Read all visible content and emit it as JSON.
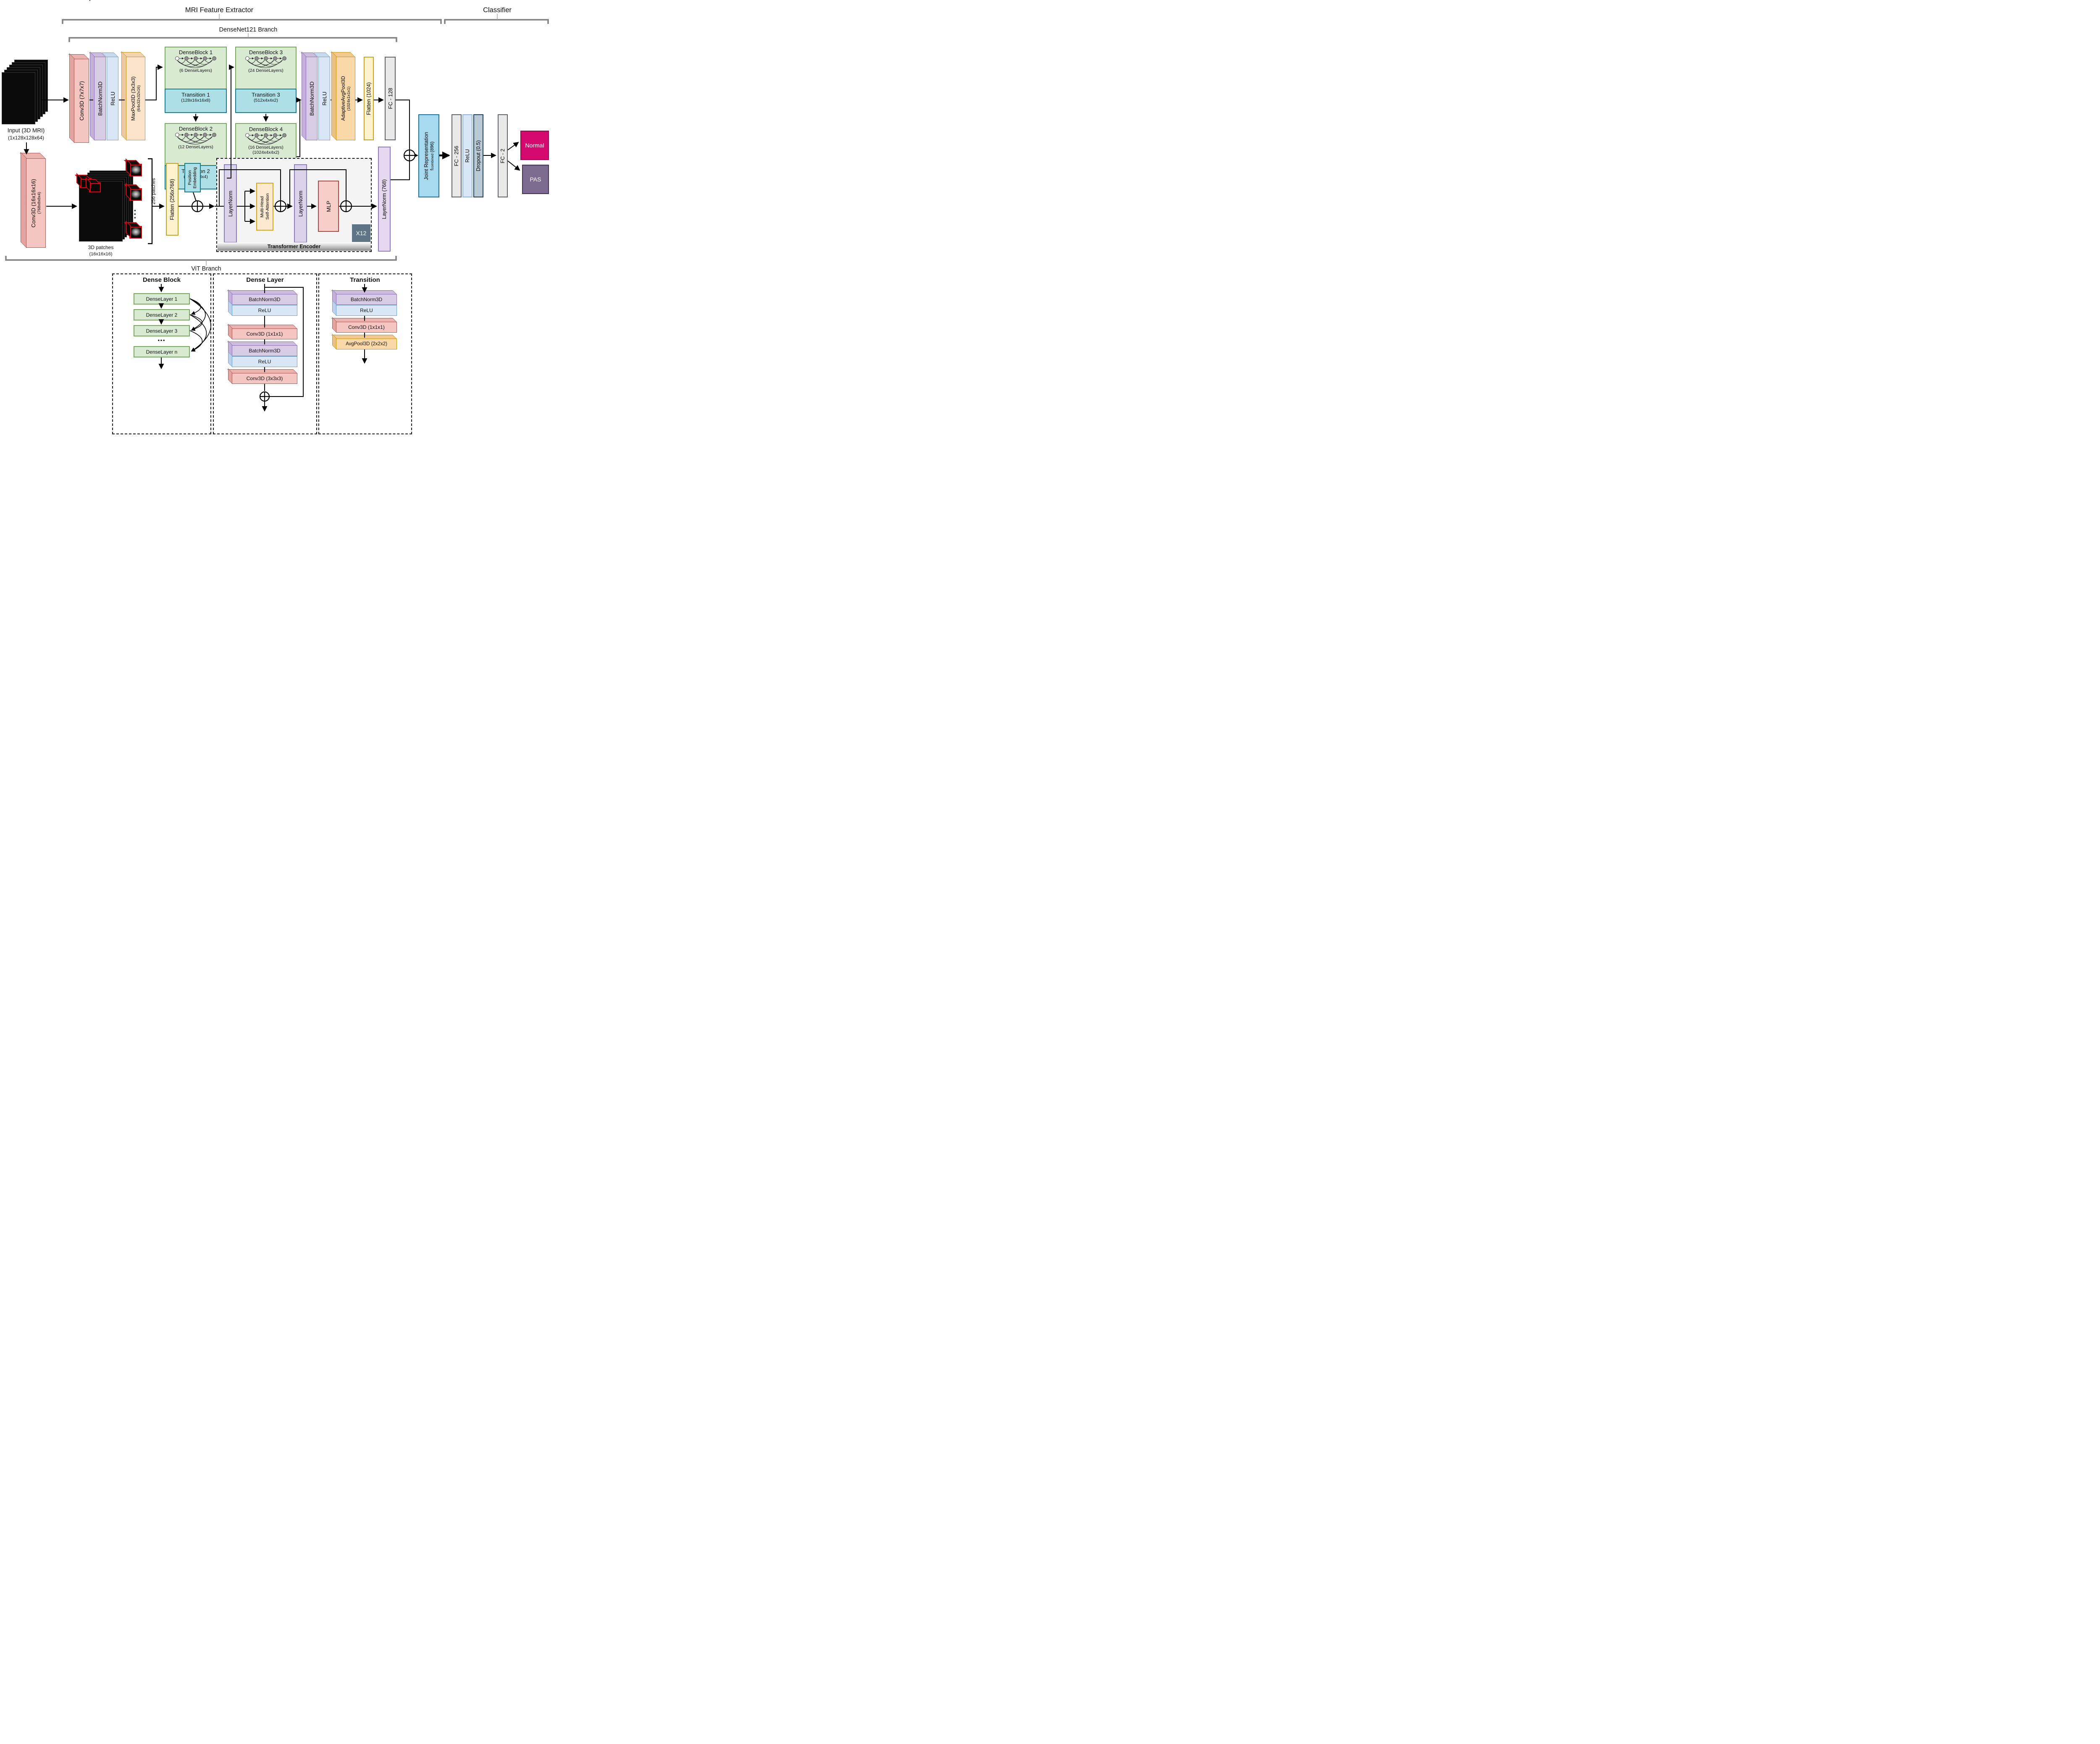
{
  "titles": {
    "feature_extractor": "MRI Feature Extractor",
    "classifier": "Classifier",
    "densenet_branch": "DenseNet121 Branch",
    "vit_branch": "ViT Branch"
  },
  "input": {
    "line1": "Input (3D MRI)",
    "line2": "(1x128x128x64)"
  },
  "densenet": {
    "conv": "Conv3D (7x7x7)",
    "bn1": "BatchNorm3D",
    "relu1": "ReLU",
    "maxpool": "MaxPool3D (3x3x3)",
    "maxpool_dim": "(64x32x32x16)",
    "db1": "DenseBlock 1",
    "db1_sub": "(6 DenseLayers)",
    "t1": "Transition 1",
    "t1_dim": "(128x16x16x8)",
    "db2": "DenseBlock 2",
    "db2_sub": "(12 DenseLayers)",
    "t2": "Transition 2",
    "t2_dim": "(256x8x8x4)",
    "db3": "DenseBlock 3",
    "db3_sub": "(24 DenseLayers)",
    "t3": "Transition 3",
    "t3_dim": "(512x4x4x2)",
    "db4": "DenseBlock 4",
    "db4_sub": "(16 DenseLayers)",
    "db4_dim": "(1024x4x4x2)",
    "bn2": "BatchNorm3D",
    "relu2": "ReLU",
    "avgpool": "AdaptiveAvgPool3D",
    "avgpool_dim": "(1024x1x1x1)",
    "flatten": "Flatten (1024)",
    "fc": "FC - 128"
  },
  "vit": {
    "conv": "Conv3D (16x16x16)",
    "conv_dim": "(768x8x8x4)",
    "patches": "3D patches",
    "patches_dim": "(16x16x16)",
    "patch_count": "256 patches",
    "dots": "•••",
    "flatten": "Flatten (256x768)",
    "pos1": "Position",
    "pos2": "Embedding",
    "ln_out": "LayerNorm (768)"
  },
  "encoder": {
    "ln1": "LayerNorm",
    "mhsa1": "Multi-Head",
    "mhsa2": "Self-Attention",
    "ln2": "LayerNorm",
    "mlp": "MLP",
    "repeat": "X12",
    "label": "Transformer Encoder"
  },
  "fusion": {
    "joint": "Joint Representation",
    "f": "f",
    "f_sub": "combined",
    "f_dim": " (896)"
  },
  "classifier": {
    "fc1": "FC - 256",
    "relu": "ReLU",
    "dropout": "Dropout (0.5)",
    "fc2": "FC - 2",
    "normal": "Normal",
    "pas": "PAS"
  },
  "legend": {
    "dense_block": {
      "title": "Dense Block",
      "l1": "DenseLayer 1",
      "l2": "DenseLayer 2",
      "l3": "DenseLayer 3",
      "dots": "•••",
      "ln": "DenseLayer n"
    },
    "dense_layer": {
      "title": "Dense Layer",
      "bn1": "BatchNorm3D",
      "relu1": "ReLU",
      "conv1": "Conv3D (1x1x1)",
      "bn2": "BatchNorm3D",
      "relu2": "ReLU",
      "conv2": "Conv3D (3x3x3)"
    },
    "transition": {
      "title": "Transition",
      "bn": "BatchNorm3D",
      "relu": "ReLU",
      "conv": "Conv3D (1x1x1)",
      "pool": "AvgPool3D (2x2x2)"
    }
  },
  "colors": {
    "conv_pink": "#F5C6C1",
    "conv_border": "#A85551",
    "bn_purple": "#D8CCE4",
    "bn_border": "#8C6DB3",
    "relu_blue": "#D9E6F5",
    "relu_border": "#6E9FD4",
    "pool_orange": "#FAD8A8",
    "pool_border": "#C8930F",
    "green_fill": "#D9EAD3",
    "green_border": "#76A85E",
    "teal_fill": "#ACE0E6",
    "teal_border": "#1A7A8C",
    "yellow_fill": "#FFF2CC",
    "yellow_border": "#C9A227",
    "gray_fill": "#E9E9E9",
    "gray_border": "#5F6368",
    "joint_fill": "#A6D9EE",
    "joint_border": "#1F7396",
    "dropout_fill": "#B9CAD6",
    "dropout_border": "#20405C",
    "normal_fill": "#D40A6E",
    "pas_fill": "#7E6B90",
    "x12_fill": "#5D7585",
    "mlp_fill": "#F7CECA",
    "mlp_border": "#B8453D",
    "mhsa_fill": "#FDE9D0",
    "mhsa_border": "#D9A514",
    "ln_fill": "#D9D2E9",
    "ln_border": "#8E7CC3"
  }
}
